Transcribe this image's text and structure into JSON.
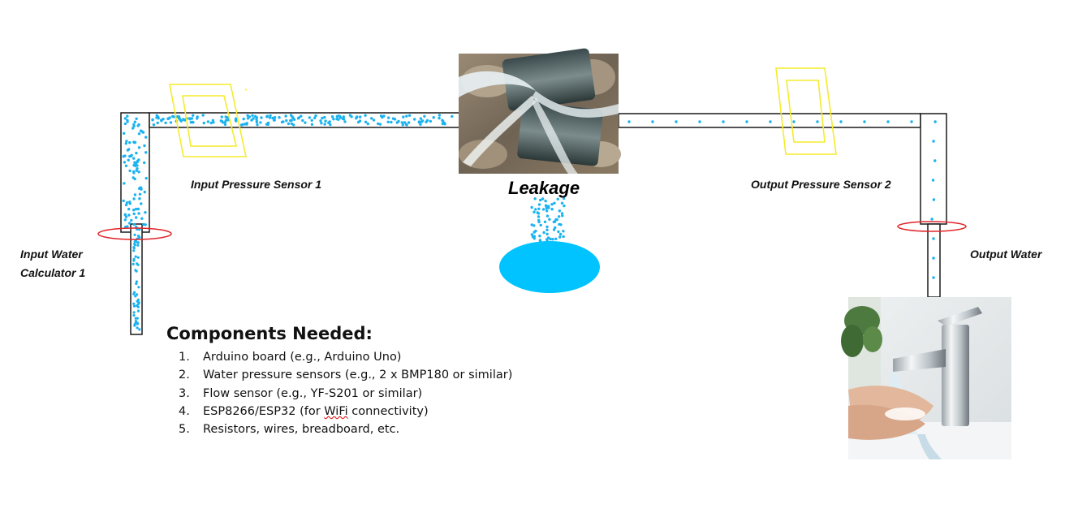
{
  "labels": {
    "input_pressure_sensor": "Input Pressure Sensor 1",
    "output_pressure_sensor": "Output Pressure Sensor 2",
    "leakage": "Leakage",
    "input_water_calculator_line1": "Input Water",
    "input_water_calculator_line2": "Calculator 1",
    "output_water": "Output Water"
  },
  "components": {
    "title": "Components Needed:",
    "items": [
      {
        "num": "1.",
        "text": "Arduino board (e.g., Arduino Uno)"
      },
      {
        "num": "2.",
        "text": "Water pressure sensors (e.g., 2 x BMP180 or similar)"
      },
      {
        "num": "3.",
        "text": "Flow sensor (e.g., YF-S201 or similar)"
      },
      {
        "num": "4.",
        "text_before": "ESP8266/ESP32 (for ",
        "text_flagged": "WiFi",
        "text_after": " connectivity)"
      },
      {
        "num": "5.",
        "text": "Resistors, wires, breadboard, etc."
      }
    ]
  },
  "colors": {
    "water_dots": "#1ab3f0",
    "water_pool": "#00c3ff",
    "sensor_outline": "#f5ec2c",
    "meter_ring": "#e0252a",
    "pipe_outline": "#1a1a1a"
  },
  "icons": {
    "leak_photo": "leaking-pipe-photo-icon",
    "faucet_photo": "faucet-hands-photo-icon"
  }
}
